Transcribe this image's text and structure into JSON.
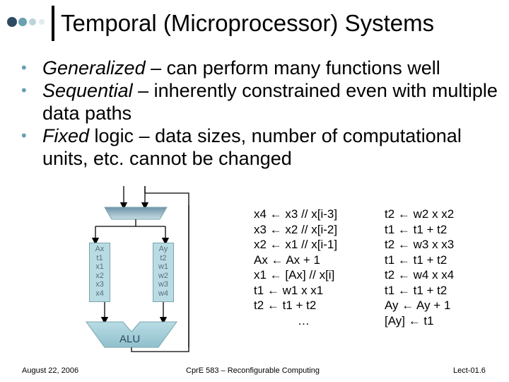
{
  "title": "Temporal (Microprocessor) Systems",
  "bullets": [
    {
      "term": "Generalized",
      "rest": " – can perform many functions well"
    },
    {
      "term": "Sequential",
      "rest": " – inherently constrained even with multiple data paths"
    },
    {
      "term": "Fixed",
      "rest": " logic – data sizes, number of computational units, etc. cannot be changed"
    }
  ],
  "diagram": {
    "reg_left": [
      "Ax",
      "t1",
      "x1",
      "x2",
      "x3",
      "x4"
    ],
    "reg_right": [
      "Ay",
      "t2",
      "w1",
      "w2",
      "w3",
      "w4"
    ],
    "alu_label": "ALU"
  },
  "code_left": [
    "x4 ← x3 // x[i-3]",
    "x3 ← x2 // x[i-2]",
    "x2 ← x1 // x[i-1]",
    "Ax ← Ax + 1",
    "x1 ← [Ax] // x[i]",
    "t1 ← w1 x x1",
    "t2 ← t1 + t2",
    "…"
  ],
  "code_right": [
    "t2 ← w2 x x2",
    "t1 ← t1 + t2",
    "t2 ← w3 x x3",
    "t1 ← t1 + t2",
    "t2 ← w4 x x4",
    "t1 ← t1 + t2",
    "Ay ← Ay + 1",
    "[Ay] ← t1"
  ],
  "footer": {
    "date": "August 22, 2006",
    "course": "CprE 583 – Reconfigurable Computing",
    "page": "Lect-01.6"
  },
  "colors": {
    "accent_dark": "#2d4a60",
    "accent_mid": "#6aa0b2",
    "accent_light": "#b9dce4"
  }
}
